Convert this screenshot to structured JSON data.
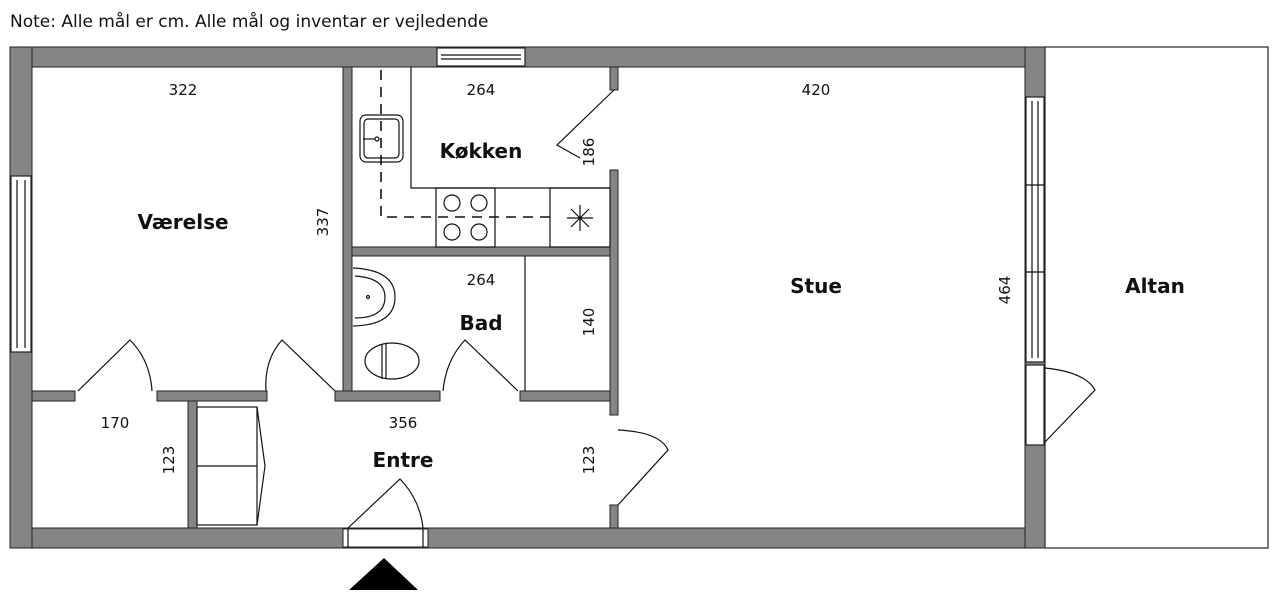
{
  "note": "Note: Alle mål er cm. Alle mål og inventar er vejledende",
  "rooms": {
    "vaerelse": {
      "label": "Værelse",
      "width": "322",
      "height": "337"
    },
    "kokken": {
      "label": "Køkken",
      "width": "264",
      "height": "186"
    },
    "bad": {
      "label": "Bad",
      "width": "264",
      "height": "140"
    },
    "stue": {
      "label": "Stue",
      "width": "420",
      "height": "464"
    },
    "altan": {
      "label": "Altan"
    },
    "entre": {
      "label": "Entre",
      "width": "356",
      "height": "123"
    },
    "closet": {
      "width": "170",
      "height": "123"
    }
  },
  "colors": {
    "wall": "#858585",
    "line": "#111111"
  }
}
